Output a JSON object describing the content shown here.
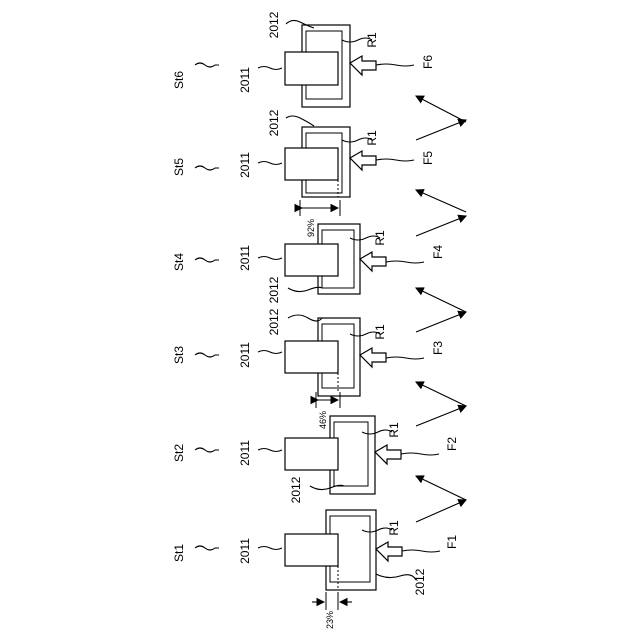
{
  "steps": [
    {
      "label": "St1",
      "piece": "2011",
      "frame": "2012",
      "force": "F1",
      "region": "R1",
      "percent": "23%"
    },
    {
      "label": "St2",
      "piece": "2011",
      "frame": "2012",
      "force": "F2",
      "region": "R1",
      "percent": "46%"
    },
    {
      "label": "St3",
      "piece": "2011",
      "frame": "2012",
      "force": "F3",
      "region": "R1",
      "percent": ""
    },
    {
      "label": "St4",
      "piece": "2011",
      "frame": "2012",
      "force": "F4",
      "region": "R1",
      "percent": "92%"
    },
    {
      "label": "St5",
      "piece": "2011",
      "frame": "2012",
      "force": "F5",
      "region": "R1",
      "percent": ""
    },
    {
      "label": "St6",
      "piece": "2011",
      "frame": "2012",
      "force": "F6",
      "region": "R1",
      "percent": ""
    }
  ]
}
